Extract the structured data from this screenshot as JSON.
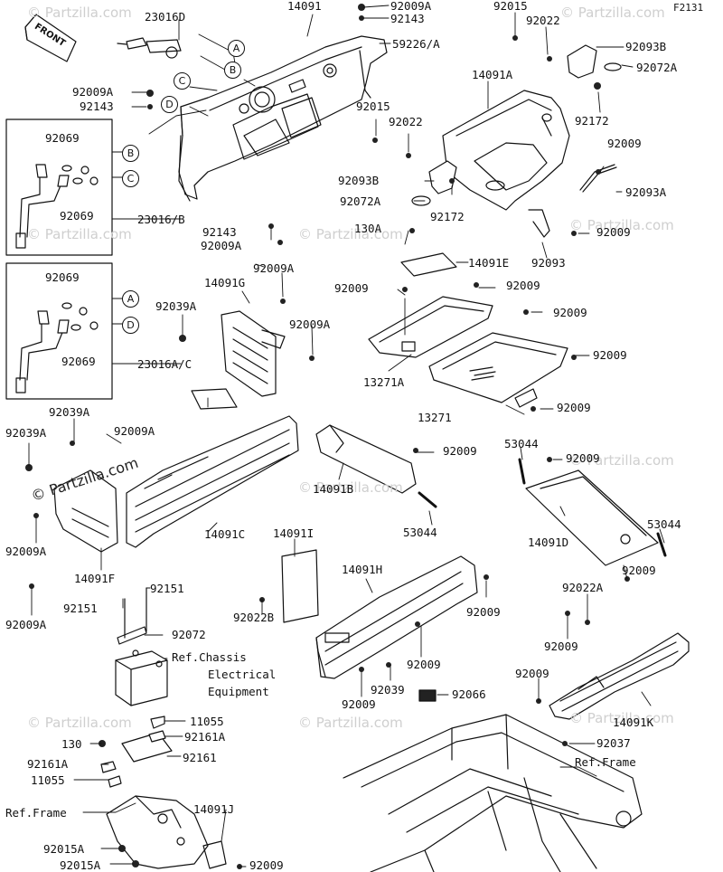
{
  "diagram_code": "F2131",
  "front_label": "FRONT",
  "watermark": "© Partzilla.com",
  "watermark_main": "© Partzilla.com",
  "callouts": {
    "a": "A",
    "b": "B",
    "c": "C",
    "d": "D"
  },
  "parts": {
    "p14091": "14091",
    "p23016D": "23016D",
    "p92009A_1": "92009A",
    "p92143_1": "92143",
    "p59226A": "59226/A",
    "p92009A_2": "92009A",
    "p92143_2": "92143",
    "p92069_1": "92069",
    "p92069_2": "92069",
    "p23016B": "23016/B",
    "p92143_3": "92143",
    "p92009A_3": "92009A",
    "p92069_3": "92069",
    "p92069_4": "92069",
    "p23016AC": "23016A/C",
    "p92015_1": "92015",
    "p92022_1": "92022",
    "p92093B_1": "92093B",
    "p92072A_1": "92072A",
    "p14091A": "14091A",
    "p92172_1": "92172",
    "p92015_2": "92015",
    "p92022_2": "92022",
    "p92009_a": "92009",
    "p92093B_2": "92093B",
    "p92093A": "92093A",
    "p92072A_2": "92072A",
    "p92172_2": "92172",
    "p130A": "130A",
    "p92009_b": "92009",
    "p92093": "92093",
    "p14091E": "14091E",
    "p92009A_4": "92009A",
    "p14091G": "14091G",
    "p92039A_1": "92039A",
    "p92009A_5": "92009A",
    "p92009_c": "92009",
    "p92009_d": "92009",
    "p92009_e": "92009",
    "p92009_f": "92009",
    "p13271A": "13271A",
    "p13271": "13271",
    "p92009_g": "92009",
    "p92039A_2": "92039A",
    "p92039A_3": "92039A",
    "p92009A_6": "92009A",
    "p14091B": "14091B",
    "p92009_h": "92009",
    "p53044_1": "53044",
    "p92009_i": "92009",
    "p53044_2": "53044",
    "p53044_3": "53044",
    "p14091C": "14091C",
    "p14091D": "14091D",
    "p92009A_7": "92009A",
    "p14091F": "14091F",
    "p92009A_8": "92009A",
    "p14091I": "14091I",
    "p14091H": "14091H",
    "p92151_1": "92151",
    "p92151_2": "92151",
    "p92072": "92072",
    "p92022B": "92022B",
    "p92009_j": "92009",
    "p92009_k": "92009",
    "p92022A": "92022A",
    "p92009_l": "92009",
    "p92009_m": "92009",
    "p92009_n": "92009",
    "p92039": "92039",
    "p92066": "92066",
    "p92009_o": "92009",
    "p14091K": "14091K",
    "p11055_1": "11055",
    "p92161A_1": "92161A",
    "p130": "130",
    "p92161": "92161",
    "p92161A_2": "92161A",
    "p11055_2": "11055",
    "p92037": "92037",
    "p14091J": "14091J",
    "p92015A_1": "92015A",
    "p92015A_2": "92015A",
    "p92009_p": "92009"
  },
  "refs": {
    "chassis_1": "Ref.Chassis",
    "chassis_2": "Electrical",
    "chassis_3": "Equipment",
    "frame_left": "Ref.Frame",
    "frame_right": "Ref.Frame"
  }
}
